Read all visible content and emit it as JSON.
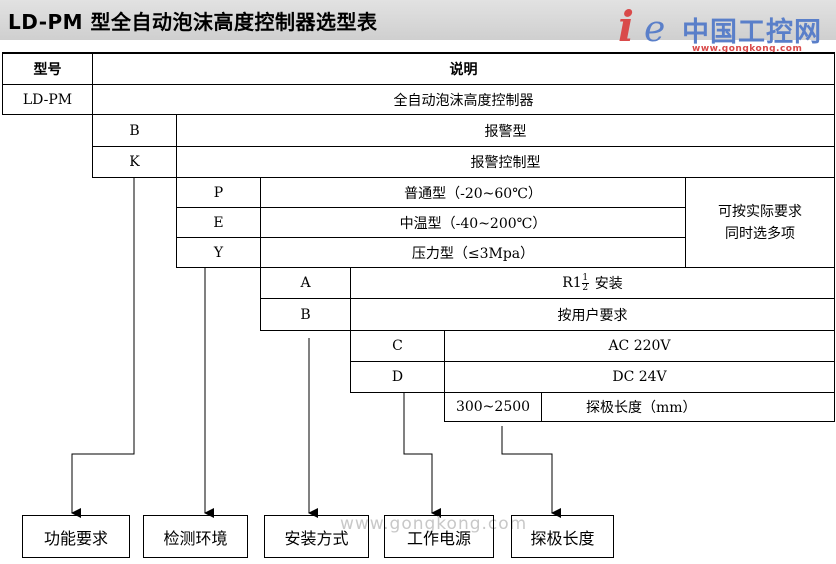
{
  "title": "LD-PM 型全自动泡沫高度控制器选型表",
  "logo": {
    "mark": "i",
    "mark2": "e",
    "name": "中国工控网",
    "url": "www.gongkong.com"
  },
  "watermark": "www.gongkong.com",
  "table": {
    "header": {
      "model_label": "型号",
      "desc_label": "说明"
    },
    "model": {
      "code": "LD-PM",
      "desc": "全自动泡沫高度控制器"
    },
    "function": [
      {
        "code": "B",
        "desc": "报警型"
      },
      {
        "code": "K",
        "desc": "报警控制型"
      }
    ],
    "environment": [
      {
        "code": "P",
        "desc": "普通型（-20~60℃）"
      },
      {
        "code": "E",
        "desc": "中温型（-40~200℃）"
      },
      {
        "code": "Y",
        "desc": "压力型（≤3Mpa）"
      }
    ],
    "environment_note": [
      "可按实际要求",
      "同时选多项"
    ],
    "install": [
      {
        "code": "A",
        "desc_prefix": "R1",
        "frac_num": "1",
        "frac_den": "2",
        "desc_suffix": "安装"
      },
      {
        "code": "B",
        "desc": "按用户要求"
      }
    ],
    "power": [
      {
        "code": "C",
        "desc": "AC 220V"
      },
      {
        "code": "D",
        "desc": "DC 24V"
      }
    ],
    "probe": {
      "code": "300~2500",
      "desc": "探极长度（mm）"
    }
  },
  "categories": [
    "功能要求",
    "检测环境",
    "安装方式",
    "工作电源",
    "探极长度"
  ]
}
